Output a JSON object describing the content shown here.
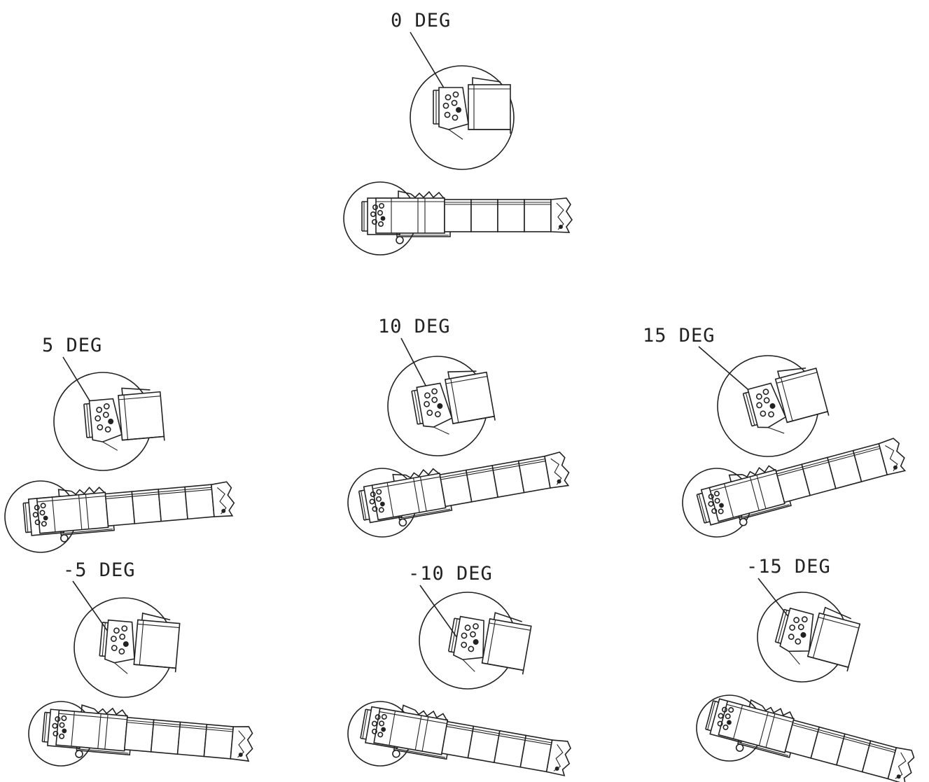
{
  "views": [
    {
      "id": "view-0",
      "label": "0 DEG",
      "angle": 0
    },
    {
      "id": "view-5",
      "label": "5 DEG",
      "angle": 5
    },
    {
      "id": "view-10",
      "label": "10 DEG",
      "angle": 10
    },
    {
      "id": "view-15",
      "label": "15 DEG",
      "angle": 15
    },
    {
      "id": "view-neg5",
      "label": "-5 DEG",
      "angle": -5
    },
    {
      "id": "view-neg10",
      "label": "-10 DEG",
      "angle": -10
    },
    {
      "id": "view-neg15",
      "label": "-15 DEG",
      "angle": -15
    }
  ],
  "colors": {
    "line": "#222222",
    "background": "#ffffff"
  }
}
